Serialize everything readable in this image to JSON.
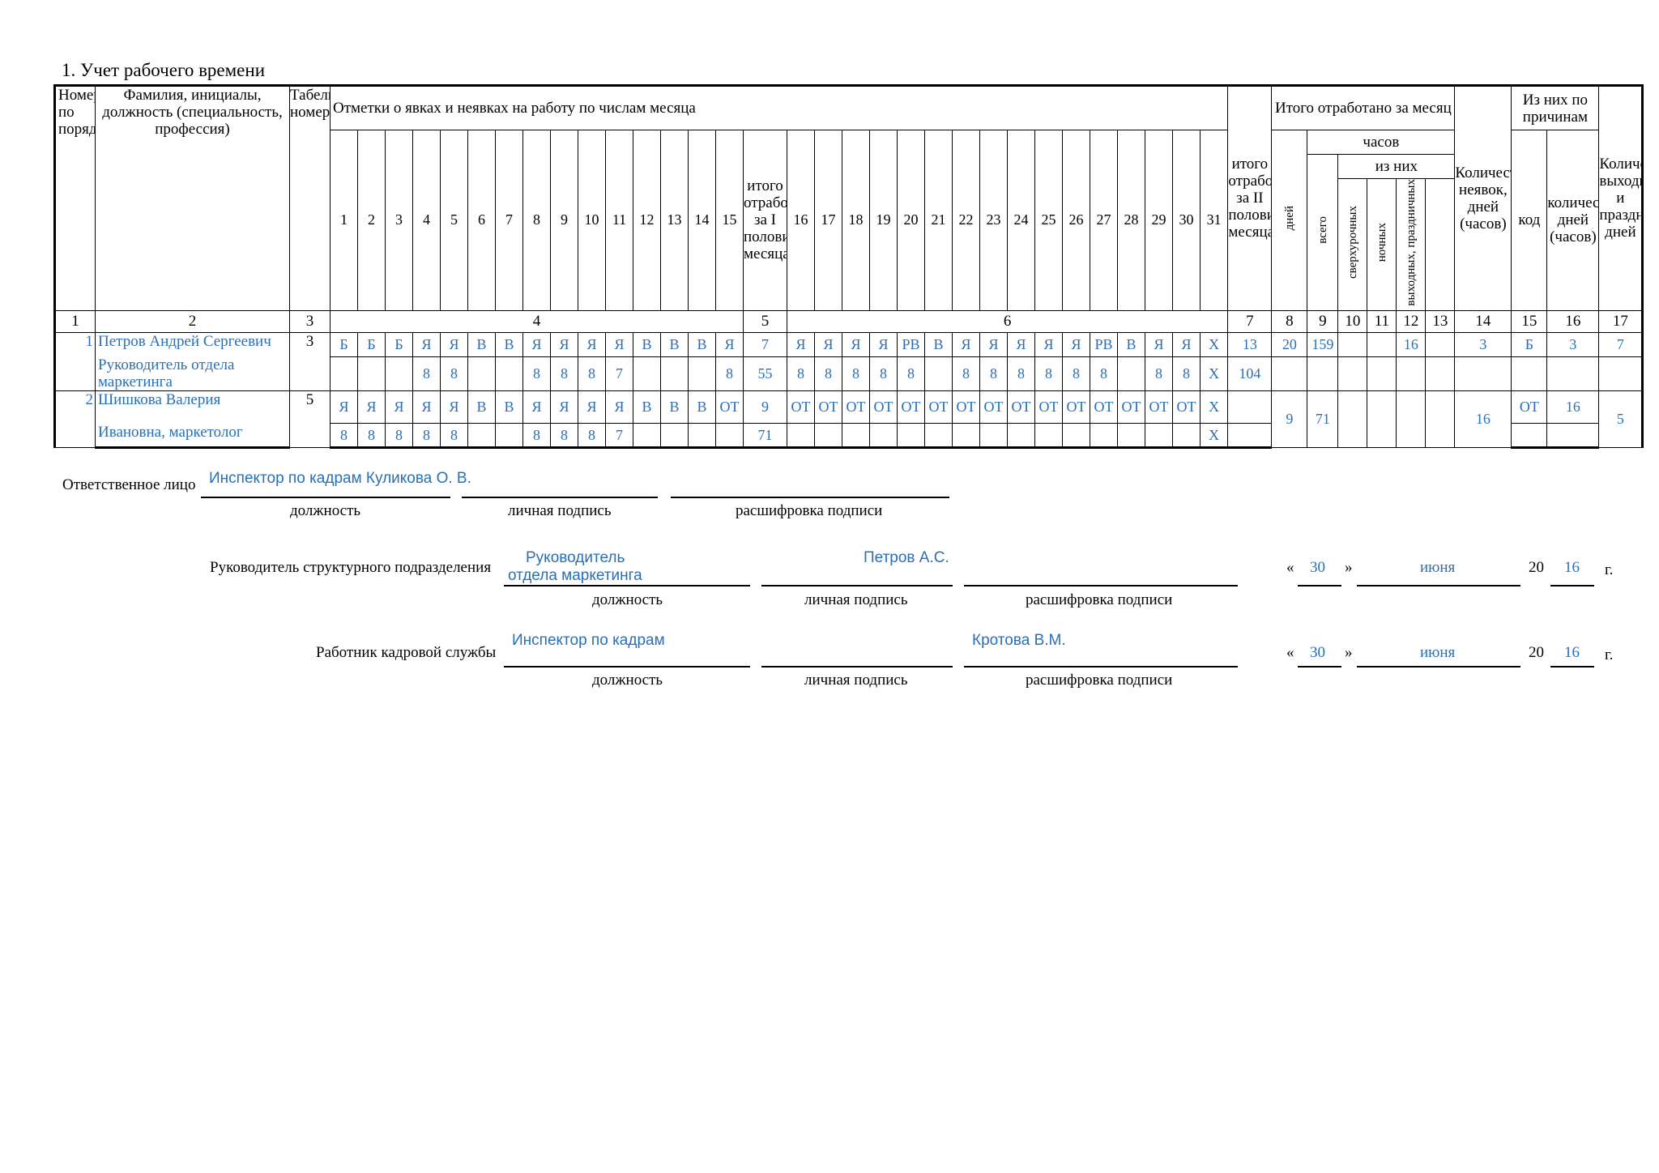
{
  "title": "1. Учет рабочего времени",
  "headers": {
    "num": "Номер по порядку",
    "fio": "Фамилия, инициалы, должность (специальность, профессия)",
    "tab": "Табельный номер",
    "marks": "Отметки о явках и неявках на работу по числам месяца",
    "half1": "итого отработано за I половину месяца",
    "half2": "итого отработано за II половину месяца",
    "total": "Итого отработано за месяц",
    "hours": "часов",
    "of_them": "из них",
    "days": "дней",
    "all": "всего",
    "overtime": "сверхурочных",
    "night": "ночных",
    "holidays": "выходных, праздничных",
    "absence": "Количество неявок, дней (часов)",
    "reasons": "Из них по причинам",
    "code": "код",
    "reason_days": "количество дней (часов)",
    "weekend_count": "Количество выходных и праздничных дней"
  },
  "days1": [
    "1",
    "2",
    "3",
    "4",
    "5",
    "6",
    "7",
    "8",
    "9",
    "10",
    "11",
    "12",
    "13",
    "14",
    "15"
  ],
  "days2": [
    "16",
    "17",
    "18",
    "19",
    "20",
    "21",
    "22",
    "23",
    "24",
    "25",
    "26",
    "27",
    "28",
    "29",
    "30",
    "31"
  ],
  "col_numbers": [
    "1",
    "2",
    "3",
    "4",
    "5",
    "6",
    "7",
    "8",
    "9",
    "10",
    "11",
    "12",
    "13",
    "14",
    "15",
    "16",
    "17"
  ],
  "rows": [
    {
      "num": "1",
      "name1": "Петров Андрей Сергеевич",
      "name2": "Руководитель отдела маркетинга",
      "tab": "3",
      "codes1": [
        "Б",
        "Б",
        "Б",
        "Я",
        "Я",
        "В",
        "В",
        "Я",
        "Я",
        "Я",
        "Я",
        "В",
        "В",
        "В",
        "Я"
      ],
      "hours1": [
        "",
        "",
        "",
        "8",
        "8",
        "",
        "",
        "8",
        "8",
        "8",
        "7",
        "",
        "",
        "",
        "8"
      ],
      "half1_days": "7",
      "half1_hours": "55",
      "codes2": [
        "Я",
        "Я",
        "Я",
        "Я",
        "РВ",
        "В",
        "Я",
        "Я",
        "Я",
        "Я",
        "Я",
        "РВ",
        "В",
        "Я",
        "Я",
        "Х"
      ],
      "hours2": [
        "8",
        "8",
        "8",
        "8",
        "8",
        "",
        "8",
        "8",
        "8",
        "8",
        "8",
        "8",
        "",
        "8",
        "8",
        "Х"
      ],
      "half2_days": "13",
      "half2_hours": "104",
      "days": "20",
      "all": "159",
      "overtime": "",
      "night": "",
      "holidays": "16",
      "c13": "",
      "absence": "3",
      "code": "Б",
      "reason_days": "3",
      "weekend": "7"
    },
    {
      "num": "2",
      "name1": "Шишкова Валерия",
      "name2": "Ивановна, маркетолог",
      "tab": "5",
      "codes1": [
        "Я",
        "Я",
        "Я",
        "Я",
        "Я",
        "В",
        "В",
        "Я",
        "Я",
        "Я",
        "Я",
        "В",
        "В",
        "В",
        "ОТ"
      ],
      "hours1": [
        "8",
        "8",
        "8",
        "8",
        "8",
        "",
        "",
        "8",
        "8",
        "8",
        "7",
        "",
        "",
        "",
        ""
      ],
      "half1_days": "9",
      "half1_hours": "71",
      "codes2": [
        "ОТ",
        "ОТ",
        "ОТ",
        "ОТ",
        "ОТ",
        "ОТ",
        "ОТ",
        "ОТ",
        "ОТ",
        "ОТ",
        "ОТ",
        "ОТ",
        "ОТ",
        "ОТ",
        "ОТ",
        "Х"
      ],
      "hours2": [
        "",
        "",
        "",
        "",
        "",
        "",
        "",
        "",
        "",
        "",
        "",
        "",
        "",
        "",
        "",
        "Х"
      ],
      "half2_days": "",
      "half2_hours": "",
      "days": "9",
      "all": "71",
      "overtime": "",
      "night": "",
      "holidays": "",
      "c13": "",
      "absence": "16",
      "code": "ОТ",
      "reason_days": "16",
      "weekend": "5"
    }
  ],
  "signatures": {
    "responsible_label": "Ответственное лицо",
    "responsible_position": "Инспектор по кадрам Куликова О. В.",
    "caption_position": "должность",
    "caption_sign": "личная подпись",
    "caption_decode": "расшифровка подписи",
    "head_label": "Руководитель структурного подразделения",
    "head_position_1": "Руководитель",
    "head_position_2": "отдела маркетинга",
    "head_name": "Петров А.С.",
    "hr_label": "Работник кадровой службы",
    "hr_position": "Инспектор по кадрам",
    "hr_name": "Кротова В.М.",
    "date_day": "30",
    "date_month": "июня",
    "date_century": "20",
    "date_year": "16",
    "quote_open": "«",
    "quote_close": "»",
    "year_suffix": "г."
  }
}
